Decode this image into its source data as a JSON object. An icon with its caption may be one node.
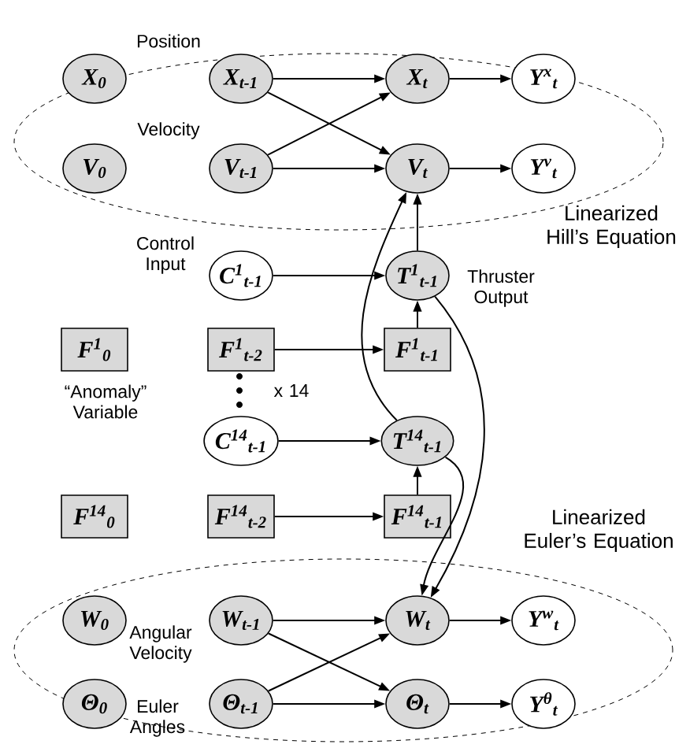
{
  "diagram": {
    "nodes": [
      {
        "text": [
          "Linearized Hill’s Equation"
        ]
      },
      {
        "text": [
          "X$_{0}$"
        ],
        "in": 0
      },
      {
        "text": [
          "X$_{t-1}$"
        ],
        "in": 0
      },
      {
        "text": [
          "X$_{t}$"
        ],
        "in": 0
      },
      {
        "text": [
          "Y$^{x}$$_{t}$"
        ],
        "in": 0
      },
      {
        "text": [
          "V$_{0}$"
        ],
        "in": 0
      },
      {
        "text": [
          "V$_{t-1}$"
        ],
        "in": 0
      },
      {
        "text": [
          "V$_{t}$"
        ],
        "in": 0
      },
      {
        "text": [
          "Y$^{v}$$_{t}$"
        ],
        "in": 0
      },
      {
        "text": [
          "C$^{1}$$_{t-1}$"
        ],
        "beside": [
          "Control Input"
        ]
      },
      {
        "text": [
          "T$^{1}$$_{t-1}$"
        ],
        "beside": [
          "Thruster Output"
        ]
      },
      {
        "text": [
          "F$^{1}$$_{0}$"
        ],
        "beside": [
          "“Anomaly” Variable"
        ]
      },
      {
        "text": [
          "F$^{1}$$_{t-2}$"
        ]
      },
      {
        "text": [
          "F$^{1}$$_{t-1}$"
        ]
      },
      {
        "text": [
          "C$^{14}$$_{t-1}$"
        ]
      },
      {
        "text": [
          "T$^{14}$$_{t-1}$"
        ]
      },
      {
        "text": [
          "F$^{14}$$_{0}$"
        ]
      },
      {
        "text": [
          "F$^{14}$$_{t-2}$"
        ]
      },
      {
        "text": [
          "F$^{14}$$_{t-1}$"
        ]
      },
      {
        "text": [
          "Linearized Euler’s Equation"
        ]
      },
      {
        "text": [
          "W$_{0}$"
        ],
        "in": 19
      },
      {
        "text": [
          "W$_{t-1}$"
        ],
        "in": 19
      },
      {
        "text": [
          "W$_{t}$"
        ],
        "in": 19
      },
      {
        "text": [
          "Y$^{w}$$_{t}$"
        ],
        "in": 19
      },
      {
        "text": [
          "Θ$_{0}$"
        ],
        "in": 19
      },
      {
        "text": [
          "Θ$_{t-1}$"
        ],
        "in": 19
      },
      {
        "text": [
          "Θ$_{t}$"
        ],
        "in": 19
      },
      {
        "text": [
          "Y$^{θ}$$_{t}$"
        ],
        "in": 19
      }
    ],
    "edges": [
      {
        "from": 2,
        "to": 3,
        "arrow": "to"
      },
      {
        "from": 2,
        "to": 7,
        "arrow": "to"
      },
      {
        "from": 6,
        "to": 3,
        "arrow": "to"
      },
      {
        "from": 6,
        "to": 7,
        "arrow": "to"
      },
      {
        "from": 3,
        "to": 4,
        "arrow": "to"
      },
      {
        "from": 7,
        "to": 8,
        "arrow": "to"
      },
      {
        "from": 9,
        "to": 10,
        "arrow": "to"
      },
      {
        "from": 12,
        "to": 13,
        "arrow": "to"
      },
      {
        "from": 13,
        "to": 10,
        "arrow": "to"
      },
      {
        "from": 14,
        "to": 15,
        "arrow": "to"
      },
      {
        "from": 17,
        "to": 18,
        "arrow": "to"
      },
      {
        "from": 18,
        "to": 15,
        "arrow": "to"
      },
      {
        "from": 15,
        "to": 7,
        "arrow": "to"
      },
      {
        "from": 10,
        "to": 7,
        "arrow": "to"
      },
      {
        "from": 10,
        "to": 22,
        "arrow": "to"
      },
      {
        "from": 15,
        "to": 22,
        "arrow": "to"
      },
      {
        "from": 21,
        "to": 22,
        "arrow": "to"
      },
      {
        "from": 21,
        "to": 26,
        "arrow": "to"
      },
      {
        "from": 25,
        "to": 22,
        "arrow": "to"
      },
      {
        "from": 25,
        "to": 26,
        "arrow": "to"
      },
      {
        "from": 22,
        "to": 23,
        "arrow": "to"
      },
      {
        "from": 26,
        "to": 27,
        "arrow": "to"
      }
    ],
    "labels": [
      "Position",
      "Velocity",
      "x 14",
      "Angular Velocity",
      "Euler Angles"
    ]
  }
}
